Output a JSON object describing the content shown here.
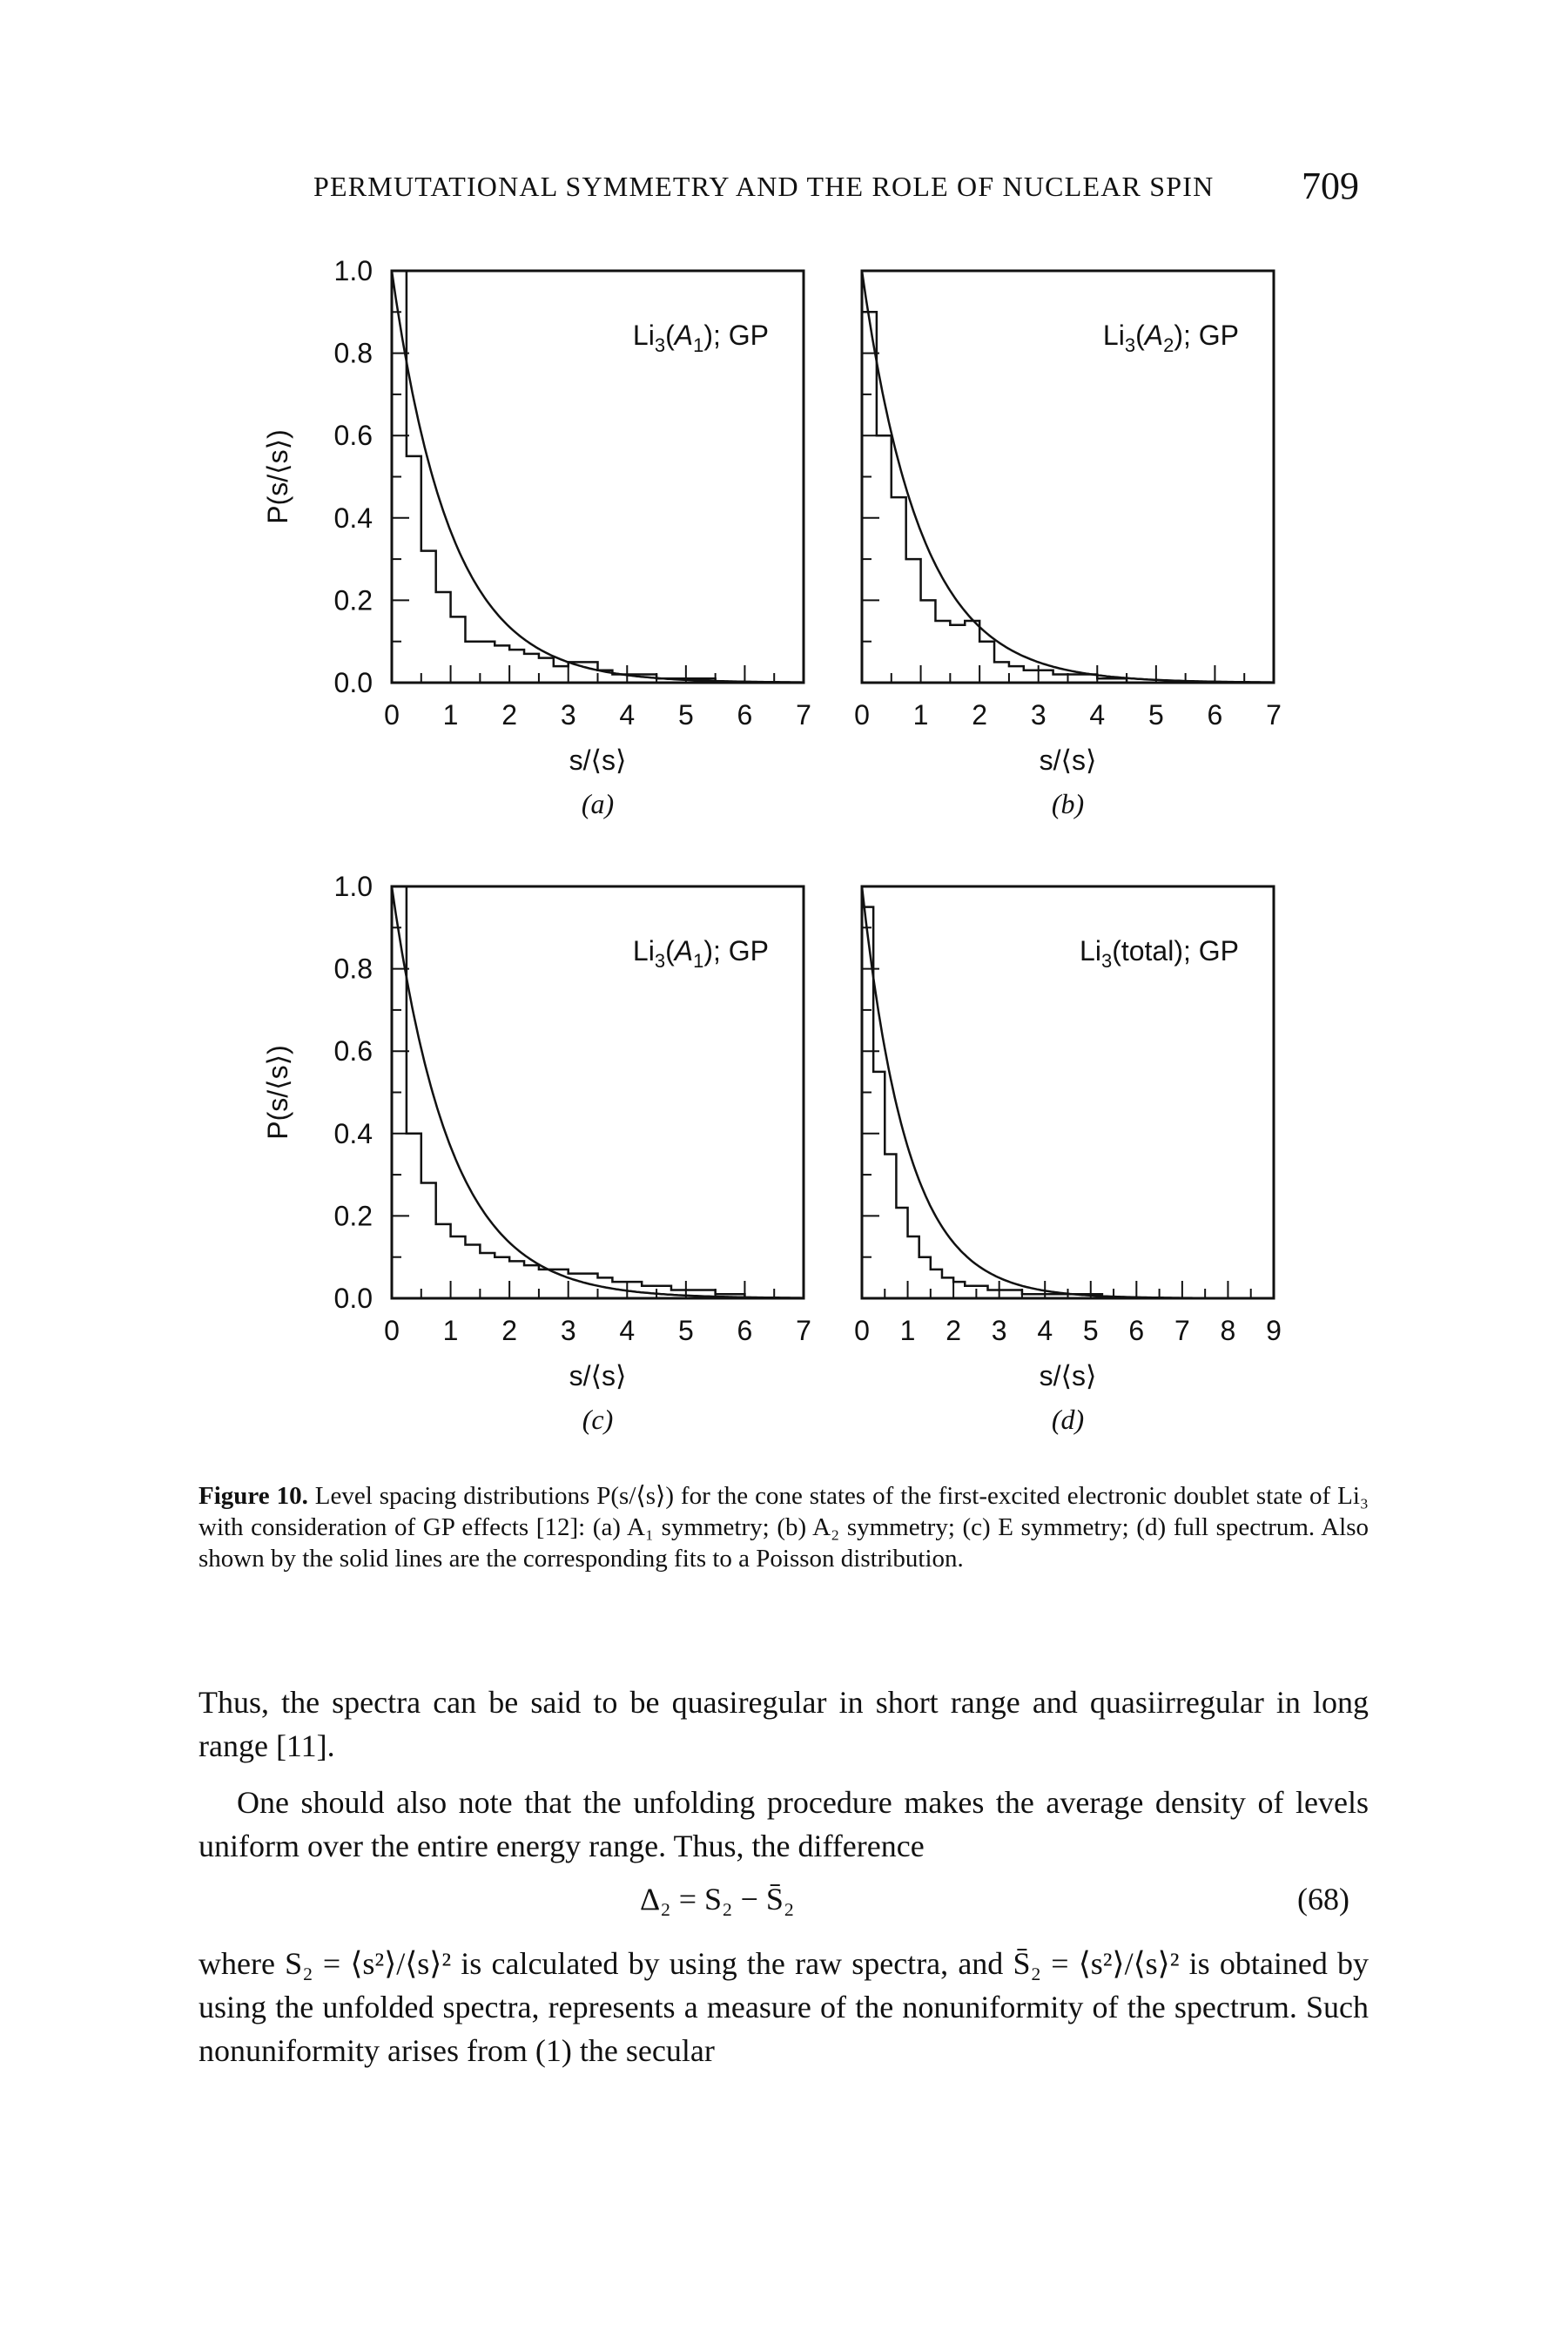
{
  "running_head": "PERMUTATIONAL SYMMETRY AND THE ROLE OF NUCLEAR SPIN",
  "page_number": "709",
  "colors": {
    "ink": "#111111",
    "background": "#ffffff"
  },
  "figure": {
    "panels": [
      {
        "id": "a",
        "label": "(a)",
        "species": "Li",
        "subscript": "3",
        "sym": "A",
        "sym_sub": "1",
        "suffix": "; GP"
      },
      {
        "id": "b",
        "label": "(b)",
        "species": "Li",
        "subscript": "3",
        "sym": "A",
        "sym_sub": "2",
        "suffix": "; GP"
      },
      {
        "id": "c",
        "label": "(c)",
        "species": "Li",
        "subscript": "3",
        "sym": "A",
        "sym_sub": "1",
        "suffix": "; GP"
      },
      {
        "id": "d",
        "label": "(d)",
        "species": "Li",
        "subscript": "3",
        "sym": "",
        "sym_sub": "",
        "suffix": "(total); GP"
      }
    ],
    "y_axis_label": "P(s/⟨s⟩)",
    "x_axis_label": "s/⟨s⟩"
  },
  "chart_data": [
    {
      "type": "bar",
      "panel": "a",
      "xlabel": "s/⟨s⟩",
      "ylabel": "P(s/⟨s⟩)",
      "xlim": [
        0,
        7
      ],
      "ylim": [
        0,
        1.0
      ],
      "x_ticks": [
        "0",
        "1",
        "2",
        "3",
        "4",
        "5",
        "6",
        "7"
      ],
      "y_ticks": [
        "0.0",
        "0.2",
        "0.4",
        "0.6",
        "0.8",
        "1.0"
      ],
      "bin_width": 0.25,
      "histogram": [
        1.0,
        0.55,
        0.32,
        0.22,
        0.16,
        0.1,
        0.1,
        0.09,
        0.08,
        0.07,
        0.06,
        0.04,
        0.05,
        0.05,
        0.03,
        0.02,
        0.02,
        0.02,
        0.01,
        0.01,
        0.01,
        0.01,
        0.0,
        0.0,
        0.0,
        0.0,
        0.0,
        0.0
      ],
      "fit": {
        "name": "Poisson",
        "function": "exp(-s)"
      },
      "grid": false
    },
    {
      "type": "bar",
      "panel": "b",
      "xlabel": "s/⟨s⟩",
      "ylabel": "P(s/⟨s⟩)",
      "xlim": [
        0,
        7
      ],
      "ylim": [
        0,
        1.0
      ],
      "x_ticks": [
        "0",
        "1",
        "2",
        "3",
        "4",
        "5",
        "6",
        "7"
      ],
      "y_ticks": [
        "0.0",
        "0.2",
        "0.4",
        "0.6",
        "0.8",
        "1.0"
      ],
      "bin_width": 0.25,
      "histogram": [
        0.9,
        0.6,
        0.45,
        0.3,
        0.2,
        0.15,
        0.14,
        0.15,
        0.1,
        0.05,
        0.04,
        0.03,
        0.03,
        0.02,
        0.02,
        0.02,
        0.01,
        0.01,
        0.0,
        0.0,
        0.0,
        0.0,
        0.0,
        0.0,
        0.0,
        0.0,
        0.0,
        0.0
      ],
      "fit": {
        "name": "Poisson",
        "function": "exp(-s)"
      },
      "grid": false
    },
    {
      "type": "bar",
      "panel": "c",
      "xlabel": "s/⟨s⟩",
      "ylabel": "P(s/⟨s⟩)",
      "xlim": [
        0,
        7
      ],
      "ylim": [
        0,
        1.0
      ],
      "x_ticks": [
        "0",
        "1",
        "2",
        "3",
        "4",
        "5",
        "6",
        "7"
      ],
      "y_ticks": [
        "0.0",
        "0.2",
        "0.4",
        "0.6",
        "0.8",
        "1.0"
      ],
      "bin_width": 0.25,
      "histogram": [
        1.0,
        0.4,
        0.28,
        0.18,
        0.15,
        0.13,
        0.11,
        0.1,
        0.09,
        0.08,
        0.07,
        0.07,
        0.06,
        0.06,
        0.05,
        0.04,
        0.04,
        0.03,
        0.03,
        0.02,
        0.02,
        0.02,
        0.01,
        0.01,
        0.0,
        0.0,
        0.0,
        0.0
      ],
      "fit": {
        "name": "Poisson",
        "function": "exp(-s)"
      },
      "grid": false
    },
    {
      "type": "bar",
      "panel": "d",
      "xlabel": "s/⟨s⟩",
      "ylabel": "P(s/⟨s⟩)",
      "xlim": [
        0,
        9
      ],
      "ylim": [
        0,
        1.0
      ],
      "x_ticks": [
        "0",
        "1",
        "2",
        "3",
        "4",
        "5",
        "6",
        "7",
        "8",
        "9"
      ],
      "y_ticks": [
        "0.0",
        "0.2",
        "0.4",
        "0.6",
        "0.8",
        "1.0"
      ],
      "bin_width": 0.25,
      "histogram": [
        0.95,
        0.55,
        0.35,
        0.22,
        0.15,
        0.1,
        0.07,
        0.05,
        0.04,
        0.03,
        0.03,
        0.02,
        0.02,
        0.02,
        0.01,
        0.01,
        0.01,
        0.01,
        0.01,
        0.01,
        0.01,
        0.0,
        0.0,
        0.0,
        0.0,
        0.0,
        0.0,
        0.0,
        0.0,
        0.0,
        0.0,
        0.0,
        0.0,
        0.0,
        0.0,
        0.0
      ],
      "fit": {
        "name": "Poisson",
        "function": "exp(-s)"
      },
      "grid": false
    }
  ],
  "caption": {
    "lead": "Figure 10.",
    "text": "Level spacing distributions P(s/⟨s⟩) for the cone states of the first-excited electronic doublet state of Li₃ with consideration of GP effects [12]: (a) A₁ symmetry; (b) A₂ symmetry; (c) E symmetry; (d) full spectrum. Also shown by the solid lines are the corresponding fits to a Poisson distribution."
  },
  "body": {
    "para1": "Thus, the spectra can be said to be quasiregular in short range and quasiirregular in long range [11].",
    "para2": "One should also note that the unfolding procedure makes the average density of levels uniform over the entire energy range. Thus, the difference",
    "equation": "Δ₂ = S₂ − S̄₂",
    "equation_number": "(68)",
    "para3": "where S₂ = ⟨s²⟩/⟨s⟩² is calculated by using the raw spectra, and S̄₂ = ⟨s²⟩/⟨s⟩² is obtained by using the unfolded spectra, represents a measure of the nonuniformity of the spectrum. Such nonuniformity arises from (1) the secular"
  }
}
